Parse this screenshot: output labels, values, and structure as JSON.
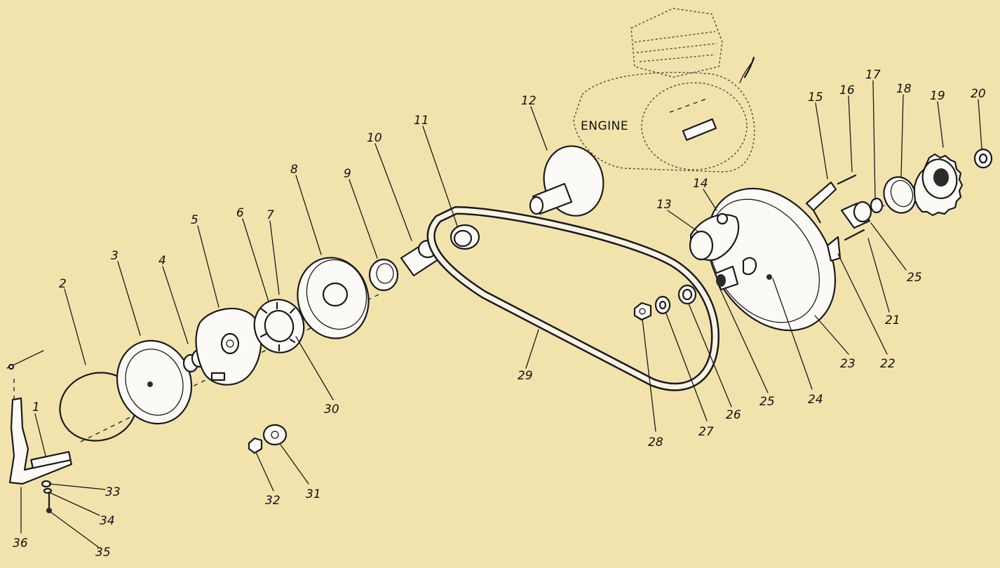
{
  "engine_label": "ENGINE",
  "callouts": [
    {
      "id": "1",
      "label": "1"
    },
    {
      "id": "2",
      "label": "2"
    },
    {
      "id": "3",
      "label": "3"
    },
    {
      "id": "4",
      "label": "4"
    },
    {
      "id": "5",
      "label": "5"
    },
    {
      "id": "6",
      "label": "6"
    },
    {
      "id": "7",
      "label": "7"
    },
    {
      "id": "8",
      "label": "8"
    },
    {
      "id": "9",
      "label": "9"
    },
    {
      "id": "10",
      "label": "10"
    },
    {
      "id": "11",
      "label": "11"
    },
    {
      "id": "12",
      "label": "12"
    },
    {
      "id": "13",
      "label": "13"
    },
    {
      "id": "14",
      "label": "14"
    },
    {
      "id": "15",
      "label": "15"
    },
    {
      "id": "16",
      "label": "16"
    },
    {
      "id": "17",
      "label": "17"
    },
    {
      "id": "18",
      "label": "18"
    },
    {
      "id": "19",
      "label": "19"
    },
    {
      "id": "20",
      "label": "20"
    },
    {
      "id": "21",
      "label": "21"
    },
    {
      "id": "22",
      "label": "22"
    },
    {
      "id": "23",
      "label": "23"
    },
    {
      "id": "24",
      "label": "24"
    },
    {
      "id": "25a",
      "label": "25"
    },
    {
      "id": "25b",
      "label": "25"
    },
    {
      "id": "26",
      "label": "26"
    },
    {
      "id": "27",
      "label": "27"
    },
    {
      "id": "28",
      "label": "28"
    },
    {
      "id": "29",
      "label": "29"
    },
    {
      "id": "30",
      "label": "30"
    },
    {
      "id": "31",
      "label": "31"
    },
    {
      "id": "32",
      "label": "32"
    },
    {
      "id": "33",
      "label": "33"
    },
    {
      "id": "34",
      "label": "34"
    },
    {
      "id": "35",
      "label": "35"
    },
    {
      "id": "36",
      "label": "36"
    }
  ]
}
